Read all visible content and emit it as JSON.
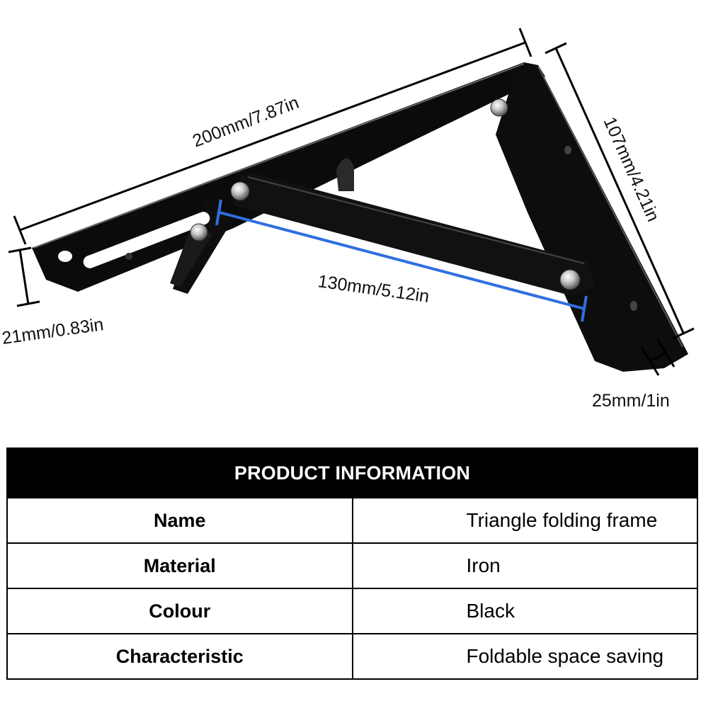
{
  "dimensions": {
    "length": "200mm/7.87in",
    "height": "107mm/4.21in",
    "brace": "130mm/5.12in",
    "thickness": "21mm/0.83in",
    "width": "25mm/1in"
  },
  "table": {
    "header": "PRODUCT INFORMATION",
    "rows": [
      {
        "label": "Name",
        "value": "Triangle folding frame"
      },
      {
        "label": "Material",
        "value": "Iron"
      },
      {
        "label": "Colour",
        "value": "Black"
      },
      {
        "label": "Characteristic",
        "value": "Foldable space saving"
      }
    ]
  },
  "colors": {
    "bracket": "#0b0b0b",
    "measure_line": "#2f6fe0",
    "header_bg": "#000000"
  }
}
